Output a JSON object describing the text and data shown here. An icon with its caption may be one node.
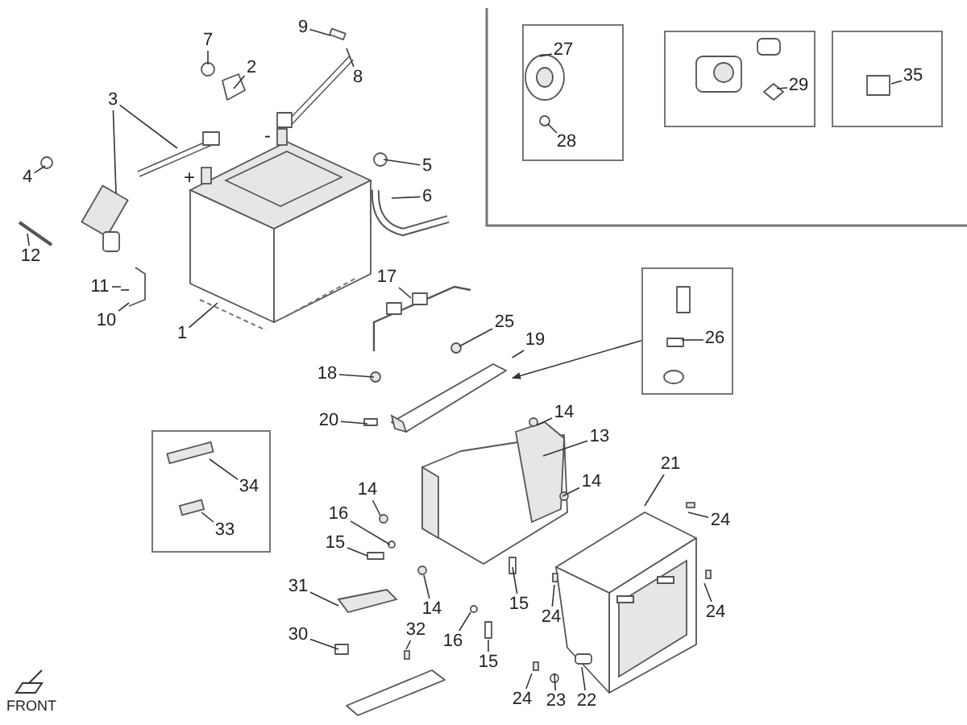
{
  "diagram": {
    "nodes": [
      {
        "text": [
          "7"
        ]
      },
      {
        "text": [
          "9"
        ]
      },
      {
        "text": [
          "2"
        ]
      },
      {
        "text": [
          "8"
        ]
      },
      {
        "text": [
          "3"
        ]
      },
      {
        "text": [
          "5"
        ]
      },
      {
        "text": [
          "4"
        ]
      },
      {
        "text": [
          "6"
        ]
      },
      {
        "text": [
          "12"
        ]
      },
      {
        "text": [
          "11"
        ]
      },
      {
        "text": [
          "10"
        ]
      },
      {
        "text": [
          "1"
        ]
      },
      {
        "text": [],
        "shape": "box"
      },
      {
        "text": [
          "27"
        ],
        "in": 12
      },
      {
        "text": [
          "28"
        ],
        "in": 12
      },
      {
        "text": [],
        "shape": "box"
      },
      {
        "text": [
          "29"
        ],
        "in": 15
      },
      {
        "text": [],
        "shape": "box"
      },
      {
        "text": [
          "35"
        ],
        "in": 17
      },
      {
        "text": [
          "17"
        ]
      },
      {
        "text": [],
        "shape": "box"
      },
      {
        "text": [
          "26"
        ],
        "in": 20
      },
      {
        "text": [
          "25"
        ]
      },
      {
        "text": [
          "19"
        ]
      },
      {
        "text": [
          "18"
        ]
      },
      {
        "text": [
          "14"
        ]
      },
      {
        "text": [
          "20"
        ]
      },
      {
        "text": [],
        "shape": "box"
      },
      {
        "text": [
          "34"
        ],
        "in": 27
      },
      {
        "text": [
          "33"
        ],
        "in": 27
      },
      {
        "text": [
          "13"
        ]
      },
      {
        "text": [
          "21"
        ]
      },
      {
        "text": [
          "14"
        ]
      },
      {
        "text": [
          "14"
        ]
      },
      {
        "text": [
          "16"
        ]
      },
      {
        "text": [
          "24"
        ]
      },
      {
        "text": [
          "15"
        ]
      },
      {
        "text": [
          "31"
        ]
      },
      {
        "text": [
          "15"
        ]
      },
      {
        "text": [
          "14"
        ]
      },
      {
        "text": [
          "24"
        ]
      },
      {
        "text": [
          "24"
        ]
      },
      {
        "text": [
          "32"
        ]
      },
      {
        "text": [
          "30"
        ]
      },
      {
        "text": [
          "16"
        ]
      },
      {
        "text": [
          "15"
        ]
      },
      {
        "text": [
          "24"
        ]
      },
      {
        "text": [
          "23"
        ]
      },
      {
        "text": [
          "22"
        ]
      },
      {
        "text": [],
        "shape": "bar"
      }
    ],
    "edges": [
      {
        "from": 0,
        "to": null,
        "arrow": "none"
      },
      {
        "from": 1,
        "to": null,
        "arrow": "none"
      },
      {
        "from": 2,
        "to": null,
        "arrow": "none"
      },
      {
        "from": 3,
        "to": null,
        "arrow": "none"
      },
      {
        "from": 4,
        "to": null,
        "arrow": "none"
      },
      {
        "from": 4,
        "to": null,
        "arrow": "none"
      },
      {
        "from": 5,
        "to": null,
        "arrow": "none"
      },
      {
        "from": 6,
        "to": null,
        "arrow": "none"
      },
      {
        "from": 7,
        "to": null,
        "arrow": "none"
      },
      {
        "from": 8,
        "to": null,
        "arrow": "none"
      },
      {
        "from": 9,
        "to": null,
        "arrow": "none"
      },
      {
        "from": 10,
        "to": null,
        "arrow": "none"
      },
      {
        "from": 11,
        "to": null,
        "arrow": "none"
      },
      {
        "from": 13,
        "to": null,
        "arrow": "none"
      },
      {
        "from": 14,
        "to": null,
        "arrow": "none"
      },
      {
        "from": 16,
        "to": null,
        "arrow": "none"
      },
      {
        "from": 18,
        "to": null,
        "arrow": "none"
      },
      {
        "from": 19,
        "to": null,
        "arrow": "none"
      },
      {
        "from": 21,
        "to": null,
        "arrow": "none"
      },
      {
        "from": 20,
        "to": 49,
        "arrow": "to"
      },
      {
        "from": 22,
        "to": null,
        "arrow": "none"
      },
      {
        "from": 23,
        "to": 49,
        "arrow": "none"
      },
      {
        "from": 24,
        "to": null,
        "arrow": "none"
      },
      {
        "from": 25,
        "to": null,
        "arrow": "none"
      },
      {
        "from": 26,
        "to": null,
        "arrow": "none"
      },
      {
        "from": 28,
        "to": null,
        "arrow": "none"
      },
      {
        "from": 29,
        "to": null,
        "arrow": "none"
      },
      {
        "from": 30,
        "to": null,
        "arrow": "none"
      },
      {
        "from": 31,
        "to": null,
        "arrow": "none"
      },
      {
        "from": 32,
        "to": null,
        "arrow": "none"
      },
      {
        "from": 33,
        "to": null,
        "arrow": "none"
      },
      {
        "from": 34,
        "to": null,
        "arrow": "none"
      },
      {
        "from": 35,
        "to": null,
        "arrow": "none"
      },
      {
        "from": 36,
        "to": null,
        "arrow": "none"
      },
      {
        "from": 37,
        "to": null,
        "arrow": "none"
      },
      {
        "from": 38,
        "to": null,
        "arrow": "none"
      },
      {
        "from": 39,
        "to": null,
        "arrow": "none"
      },
      {
        "from": 40,
        "to": null,
        "arrow": "none"
      },
      {
        "from": 41,
        "to": null,
        "arrow": "none"
      },
      {
        "from": 42,
        "to": null,
        "arrow": "none"
      },
      {
        "from": 43,
        "to": null,
        "arrow": "none"
      },
      {
        "from": 44,
        "to": null,
        "arrow": "none"
      },
      {
        "from": 45,
        "to": null,
        "arrow": "none"
      },
      {
        "from": 46,
        "to": null,
        "arrow": "none"
      },
      {
        "from": 47,
        "to": null,
        "arrow": "none"
      },
      {
        "from": 48,
        "to": null,
        "arrow": "none"
      }
    ],
    "labels": [
      "+",
      "-",
      "FRONT"
    ]
  }
}
